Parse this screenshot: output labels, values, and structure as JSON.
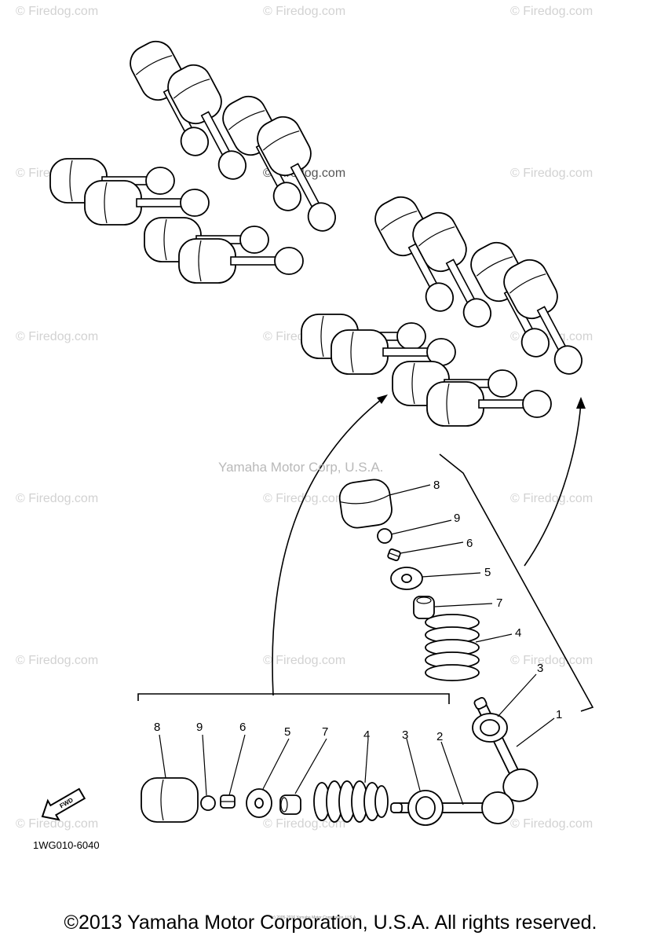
{
  "watermark": "© Firedog.com",
  "corp_label": "Yamaha Motor Corp, U.S.A.",
  "diagram_code": "1WG010-6040",
  "fwd_label": "FWD",
  "copyright": "©2013 Yamaha Motor Corporation, U.S.A. All rights reserved.",
  "copyright_small": "(c) 2005-2016 Yamaha Motor Corporation, U.S.A.",
  "parts": {
    "lifter": "8",
    "pad": "9",
    "cotter": "6",
    "retainer": "5",
    "seal": "7",
    "spring": "4",
    "seat": "3",
    "valve_exhaust": "2",
    "valve_intake": "1"
  }
}
